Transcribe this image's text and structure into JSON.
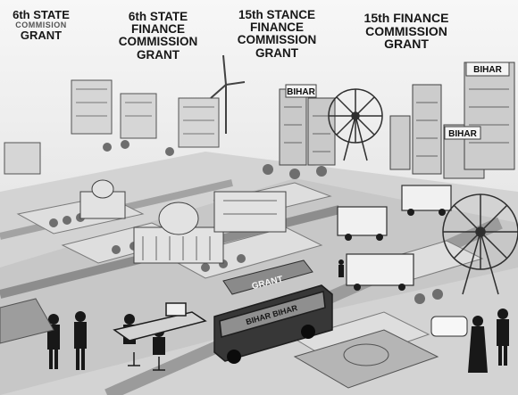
{
  "labels": [
    {
      "top": "6th STATE",
      "middle": "COMMISION",
      "bottom": "GRANT"
    },
    {
      "line1": "6th STATE",
      "line2": "FINANCE",
      "line3": "COMMISSION",
      "line4": "GRANT"
    },
    {
      "line1": "15th STANCE",
      "line2": "FINANCE",
      "line3": "COMMISSION",
      "line4": "GRANT"
    },
    {
      "line1": "15th FINANCE",
      "line2": "COMMISSION",
      "line3": "GRANT"
    }
  ],
  "signs": {
    "bihar_top": "BIHAR",
    "bihar_tower": "BIHAR",
    "bihar_right": "BIHAR",
    "grant_road": "GRANT",
    "bus": "BIHAR BIHAR"
  }
}
